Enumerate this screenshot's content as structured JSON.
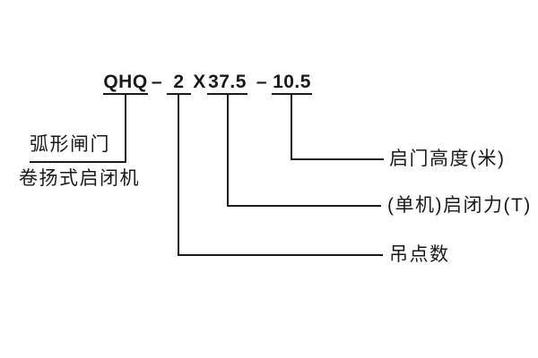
{
  "diagram": {
    "title_code": {
      "series": "QHQ",
      "separator1": "–",
      "lifting_points_value": "2",
      "multiplier": "X",
      "force_value": "37.5",
      "separator2": "–",
      "height_value": "10.5"
    },
    "callouts": {
      "gate_type": "弧形闸门",
      "hoist_type": "卷扬式启闭机",
      "lift_height": "启门高度(米)",
      "closing_force": "(单机)启闭力(T)",
      "lifting_points": "吊点数"
    },
    "colors": {
      "line": "#1a1a1a",
      "text": "#1a1a1a",
      "background": "#ffffff"
    }
  }
}
